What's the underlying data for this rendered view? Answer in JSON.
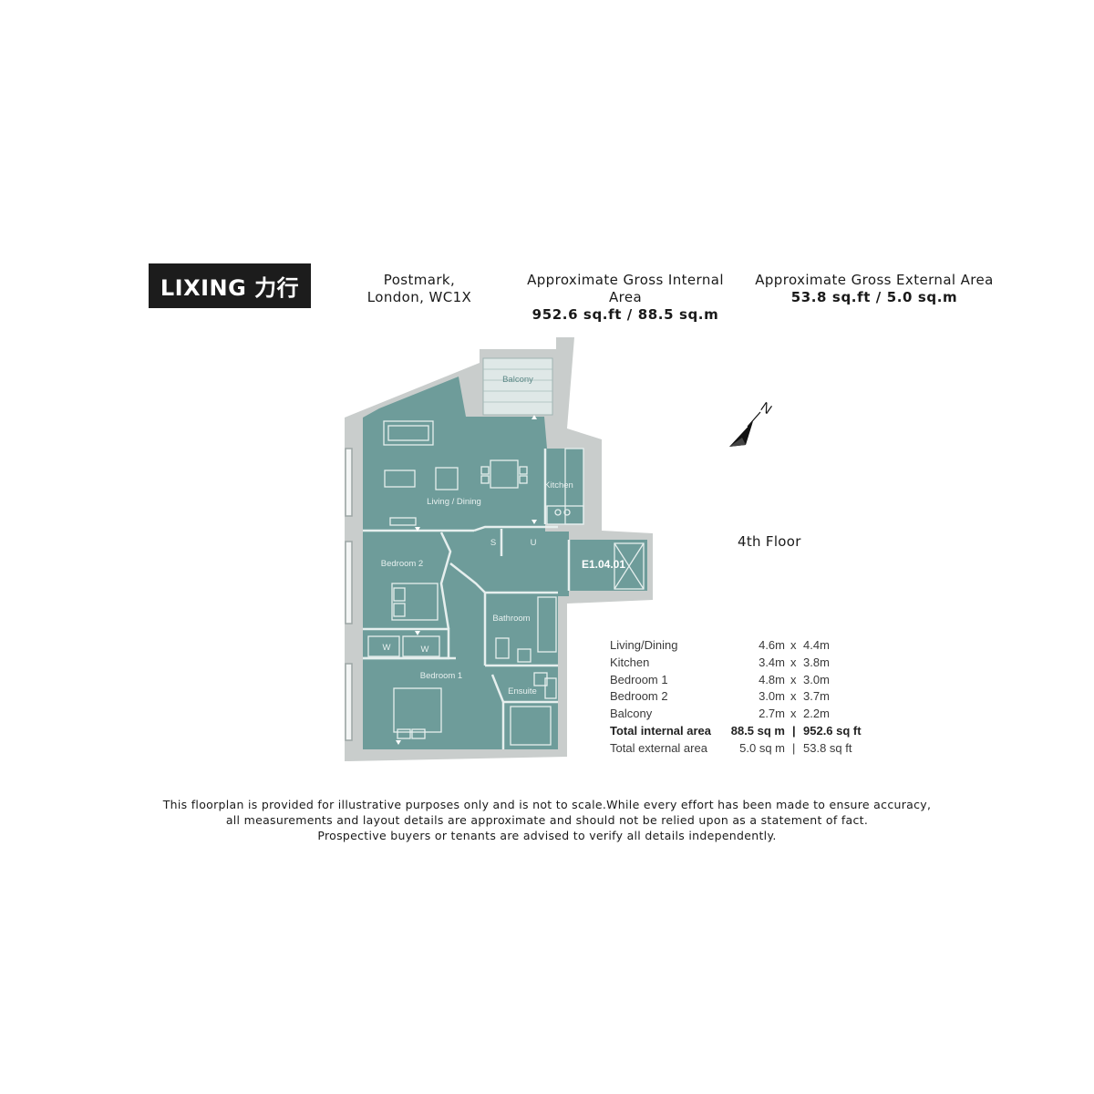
{
  "brand": {
    "logo_text": "LIXING 力行"
  },
  "header": {
    "address_line1": "Postmark,",
    "address_line2": "London, WC1X",
    "gia_label": "Approximate Gross Internal Area",
    "gia_value": "952.6 sq.ft / 88.5 sq.m",
    "gea_label": "Approximate Gross External Area",
    "gea_value": "53.8 sq.ft / 5.0 sq.m"
  },
  "plan": {
    "unit_code": "E1.04.01",
    "floor": "4th Floor",
    "north": "N",
    "room_labels": {
      "balcony": "Balcony",
      "living": "Living / Dining",
      "kitchen": "Kitchen",
      "store_s": "S",
      "store_u": "U",
      "bedroom2": "Bedroom 2",
      "bathroom": "Bathroom",
      "wardrobe1": "W",
      "wardrobe2": "W",
      "bedroom1": "Bedroom 1",
      "ensuite": "Ensuite"
    },
    "colors": {
      "fill": "#6e9c9a",
      "wall": "#c9cdcc",
      "line": "#e6efee",
      "balcony": "#dfe8e7"
    }
  },
  "schedule": {
    "rooms": [
      {
        "name": "Living/Dining",
        "a": "4.6m",
        "b": "4.4m"
      },
      {
        "name": "Kitchen",
        "a": "3.4m",
        "b": "3.8m"
      },
      {
        "name": "Bedroom 1",
        "a": "4.8m",
        "b": "3.0m"
      },
      {
        "name": "Bedroom 2",
        "a": "3.0m",
        "b": "3.7m"
      },
      {
        "name": "Balcony",
        "a": "2.7m",
        "b": "2.2m"
      }
    ],
    "sep": "x",
    "totals": [
      {
        "name": "Total internal area",
        "sqm": "88.5 sq m",
        "sqft": "952.6 sq ft",
        "bold": true
      },
      {
        "name": "Total external area",
        "sqm": "5.0 sq m",
        "sqft": "53.8 sq ft",
        "bold": false
      }
    ],
    "divider": "|"
  },
  "disclaimer": {
    "line1": "This floorplan is provided for illustrative purposes only and is not to scale.While every effort has been made to ensure accuracy,",
    "line2": "all measurements and layout details are approximate and should not be relied upon as a statement of fact.",
    "line3": "Prospective buyers or tenants are advised to verify all details independently."
  }
}
